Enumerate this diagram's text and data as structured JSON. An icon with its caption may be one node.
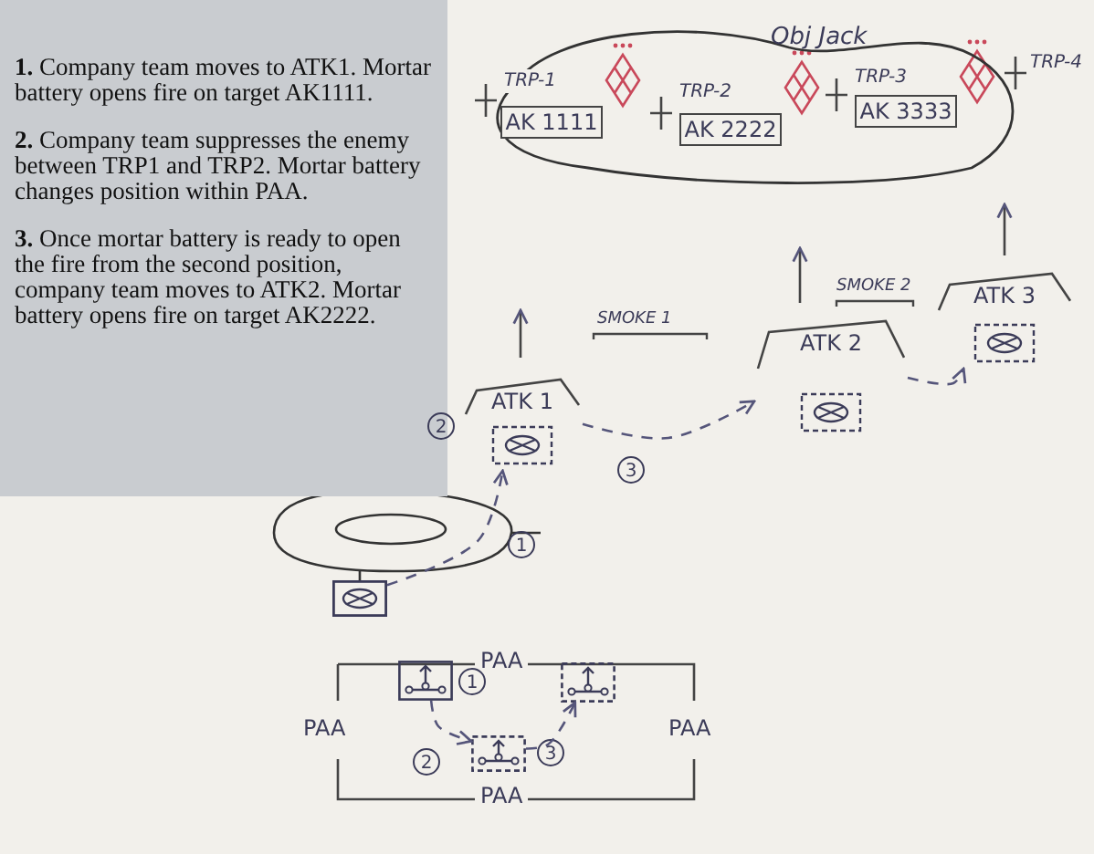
{
  "diagram": {
    "nodes": [
      {
        "text": [
          "Obj Jack"
        ]
      },
      {
        "text": [
          "AK 1111"
        ],
        "in": 0
      },
      {
        "text": [
          "AK 2222"
        ],
        "in": 0
      },
      {
        "text": [
          "AK 3333"
        ],
        "in": 0
      },
      {
        "text": [
          "ATK 1"
        ]
      },
      {
        "text": [
          "ATK 2"
        ]
      },
      {
        "text": [
          "ATK 3"
        ]
      },
      {
        "text": [],
        "shape": "box"
      },
      {
        "text": [
          "PAA",
          "PAA",
          "PAA",
          "PAA"
        ]
      },
      {
        "text": [],
        "shape": "box",
        "in": 8
      },
      {
        "text": [],
        "shape": "box",
        "in": 8
      },
      {
        "text": [],
        "shape": "box",
        "in": 8
      }
    ],
    "edges": [
      {
        "from": 7,
        "to": 4,
        "arrow": "to",
        "style": "dashed"
      },
      {
        "from": 4,
        "to": 5,
        "arrow": "to",
        "style": "dashed"
      },
      {
        "from": 5,
        "to": 6,
        "arrow": "to",
        "style": "dashed"
      },
      {
        "from": 9,
        "to": 10,
        "arrow": "to",
        "style": "dashed"
      },
      {
        "from": 10,
        "to": 11,
        "arrow": "to",
        "style": "dashed"
      }
    ],
    "labels": [
      "**1.** Company team moves to ATK1. Mortar battery opens fire on target AK1111.",
      "**2.** Company team suppresses the enemy between TRP1 and TRP2. Mortar battery changes position within PAA.",
      "**3.** Once mortar battery is ready to open the fire from the second position, company team moves to ATK2. Mortar battery opens fire on target AK2222.",
      "TRP-1",
      "TRP-2",
      "TRP-3",
      "TRP-4",
      "SMOKE 1",
      "SMOKE 2",
      "2",
      "3",
      "1",
      "1",
      "2",
      "3"
    ]
  }
}
